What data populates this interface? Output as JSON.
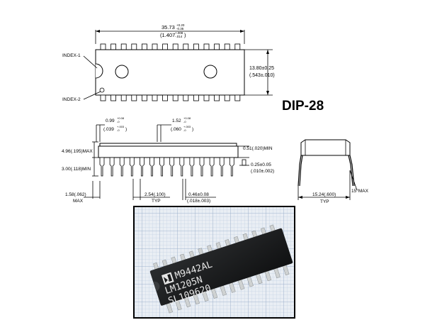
{
  "package_title": "DIP-28",
  "top_view": {
    "length_main": "35.73",
    "length_tol_up": "+0.20",
    "length_tol_dn": "-0.35",
    "length_inch_main": "(1.407",
    "length_inch_tol_up": "+.008",
    "length_inch_tol_dn": "-.014",
    "length_inch_close": ")",
    "width": "13.80±0.25",
    "width_inch": "(.543±.010)",
    "index1": "INDEX-1",
    "index2": "INDEX-2"
  },
  "side_view": {
    "pin_width_main": "0.99",
    "pin_width_tol_up": "+0.08",
    "pin_width_tol_dn": "-0",
    "pin_width_inch_main": "(.039",
    "pin_width_inch_tol_up": "+.003",
    "pin_width_inch_tol_dn": "-0",
    "pin_width_inch_close": ")",
    "end_pin_main": "1.52",
    "end_pin_tol_up": "+0.08",
    "end_pin_tol_dn": "-0",
    "end_pin_inch_main": "(.060",
    "end_pin_inch_tol_up": "+.003",
    "end_pin_inch_tol_dn": "-0",
    "end_pin_inch_close": ")",
    "height_max": "4.96(.195)MAX",
    "seat_min": "3.00(.118)MIN",
    "standoff_min": "0.51(.020)MIN",
    "thickness": "0.25±0.05",
    "thickness_inch": "(.010±.002)",
    "end_max": "1.58(.062)",
    "end_max_label": "MAX",
    "pitch": "2.54(.100)",
    "pitch_label": "TYP",
    "lead_width": "0.46±0.08",
    "lead_width_inch": "(.018±.003)"
  },
  "end_view": {
    "row_spacing": "15.24(.600)",
    "row_spacing_label": "TYP",
    "angle": "15°MAX"
  },
  "photo": {
    "line1": "M9442AL",
    "line2": "LM1205N",
    "line3": "SL109620"
  }
}
